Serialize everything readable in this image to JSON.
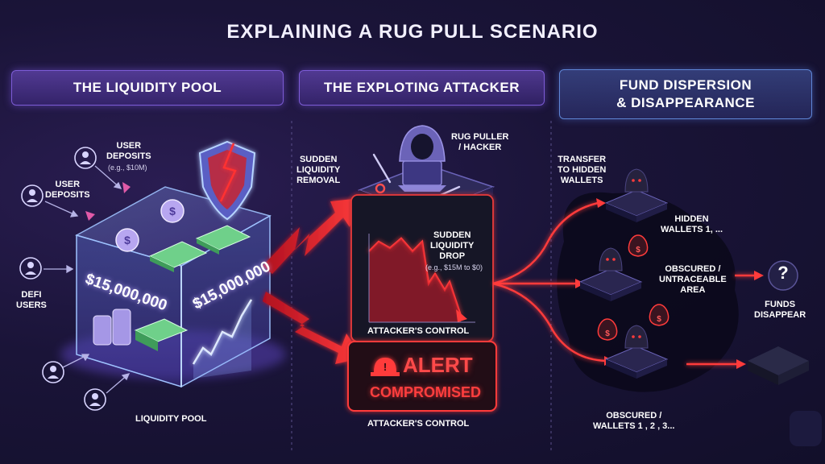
{
  "title": "EXPLAINING A RUG PULL SCENARIO",
  "sections": {
    "pool": "THE LIQUIDITY POOL",
    "attacker": "THE EXPLOTING ATTACKER",
    "dispersion": [
      "FUND DISPERSION",
      "& DISAPPEARANCE"
    ]
  },
  "pool": {
    "user_deposits_top": [
      "USER",
      "DEPOSITS"
    ],
    "user_deposits_example": "(e.g., $10M)",
    "user_deposits_left": [
      "USER",
      "DEPOSITS"
    ],
    "defi_users": [
      "DEFI",
      "USERS"
    ],
    "amount_left": "$15,000,000",
    "amount_right": "$15,000,000",
    "caption": "LIQUIDITY POOL"
  },
  "attacker": {
    "rug_puller": [
      "RUG PULLER",
      "/ HACKER"
    ],
    "sudden_removal": [
      "SUDDEN",
      "LIQUIDITY",
      "REMOVAL"
    ],
    "sudden_drop": [
      "SUDDEN",
      "LIQUIDITY",
      "DROP"
    ],
    "drop_example": "(e.g., $15M to $0)",
    "control_inner": "ATTACKER'S CONTROL",
    "alert": "ALERT",
    "compromised": "COMPROMISED",
    "control_outer": "ATTACKER'S CONTROL"
  },
  "dispersion": {
    "transfer": [
      "TRANSFER",
      "TO HIDDEN",
      "WALLETS"
    ],
    "hidden_wallets": [
      "HIDDEN",
      "WALLETS 1, ..."
    ],
    "obscured_area": [
      "OBSCURED /",
      "UNTRACEABLE",
      "AREA"
    ],
    "funds_disappear": [
      "FUNDS",
      "DISAPPEAR"
    ],
    "obscured_wallets": [
      "OBSCURED /",
      "WALLETS 1 , 2 , 3..."
    ],
    "question_mark": "?"
  },
  "colors": {
    "accent_purple": "#7d5cd6",
    "accent_blue": "#5f86d6",
    "alert_red": "#ff3b3b",
    "glass_cyan": "#7fd4ff"
  }
}
